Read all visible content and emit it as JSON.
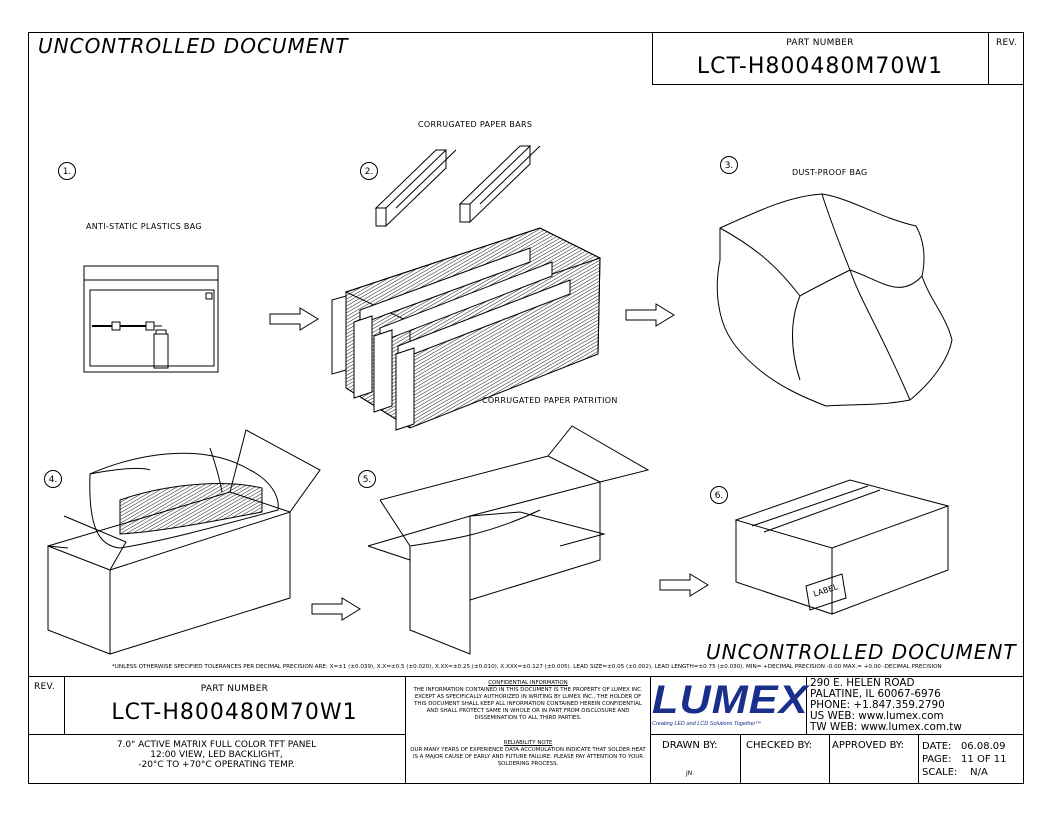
{
  "header": {
    "uncontrolled_top": "UNCONTROLLED DOCUMENT",
    "part_number_label": "PART NUMBER",
    "part_number": "LCT-H800480M70W1",
    "rev_label": "REV."
  },
  "steps": [
    {
      "num": "1.",
      "label": "ANTI-STATIC PLASTICS BAG"
    },
    {
      "num": "2.",
      "label": "CORRUGATED PAPER BARS",
      "label2": "CORRUGATED PAPER PATRITION"
    },
    {
      "num": "3.",
      "label": "DUST-PROOF BAG"
    },
    {
      "num": "4."
    },
    {
      "num": "5."
    },
    {
      "num": "6.",
      "box_label": "LABEL"
    }
  ],
  "uncontrolled_bottom": "UNCONTROLLED DOCUMENT",
  "tolerances": "*UNLESS OTHERWISE SPECIFIED TOLERANCES PER DECIMAL PRECISION ARE: X=±1 (±0.039), X.X=±0.5 (±0.020), X.XX=±0.25 (±0.010), X.XXX=±0.127 (±0.005). LEAD SIZE=±0.05 (±0.002), LEAD LENGTH=±0.75 (±0.030). MIN= +DECIMAL PRECISION -0.00 MAX.= +0.00 -DECIMAL PRECISION",
  "title_block": {
    "rev_label": "REV.",
    "part_number_label": "PART NUMBER",
    "part_number": "LCT-H800480M70W1",
    "description": [
      "7.0\" ACTIVE MATRIX FULL COLOR TFT PANEL",
      "12:00 VIEW, LED BACKLIGHT,",
      "-20°C TO +70°C OPERATING TEMP."
    ],
    "confidential_title": "CONFIDENTIAL INFORMATION",
    "confidential_text": "THE INFORMATION CONTAINED IN THIS DOCUMENT IS THE PROPERTY OF LUMEX INC. EXCEPT AS SPECIFICALLY AUTHORIZED IN WRITING BY LUMEX INC., THE HOLDER OF THIS DOCUMENT SHALL KEEP ALL INFORMATION CONTAINED HEREIN CONFIDENTIAL AND SHALL PROTECT SAME IN WHOLE OR IN PART FROM DISCLOSURE AND DISSEMINATION TO ALL THIRD PARTIES.",
    "reliability_title": "RELIABILITY NOTE",
    "reliability_text": "OUR MANY YEARS OF EXPERIENCE DATA ACCUMULATION INDICATE THAT SOLDER HEAT IS A MAJOR CAUSE OF EARLY AND FUTURE FAILURE. PLEASE PAY ATTENTION TO YOUR SOLDERING PROCESS.",
    "logo_text": "LUMEX",
    "logo_tagline": "Creating LED and LCD Solutions Together™",
    "address": [
      "290 E. HELEN ROAD",
      "PALATINE, IL 60067-6976",
      "PHONE: +1.847.359.2790",
      "US WEB: www.lumex.com",
      "TW WEB: www.lumex.com.tw"
    ],
    "drawn_by_label": "DRAWN BY:",
    "drawn_by": "JN",
    "checked_by_label": "CHECKED BY:",
    "approved_by_label": "APPROVED BY:",
    "date_label": "DATE:",
    "date": "06.08.09",
    "page_label": "PAGE:",
    "page": "11 OF 11",
    "scale_label": "SCALE:",
    "scale": "N/A"
  },
  "colors": {
    "logo": "#1a2f8c",
    "line": "#000000"
  }
}
